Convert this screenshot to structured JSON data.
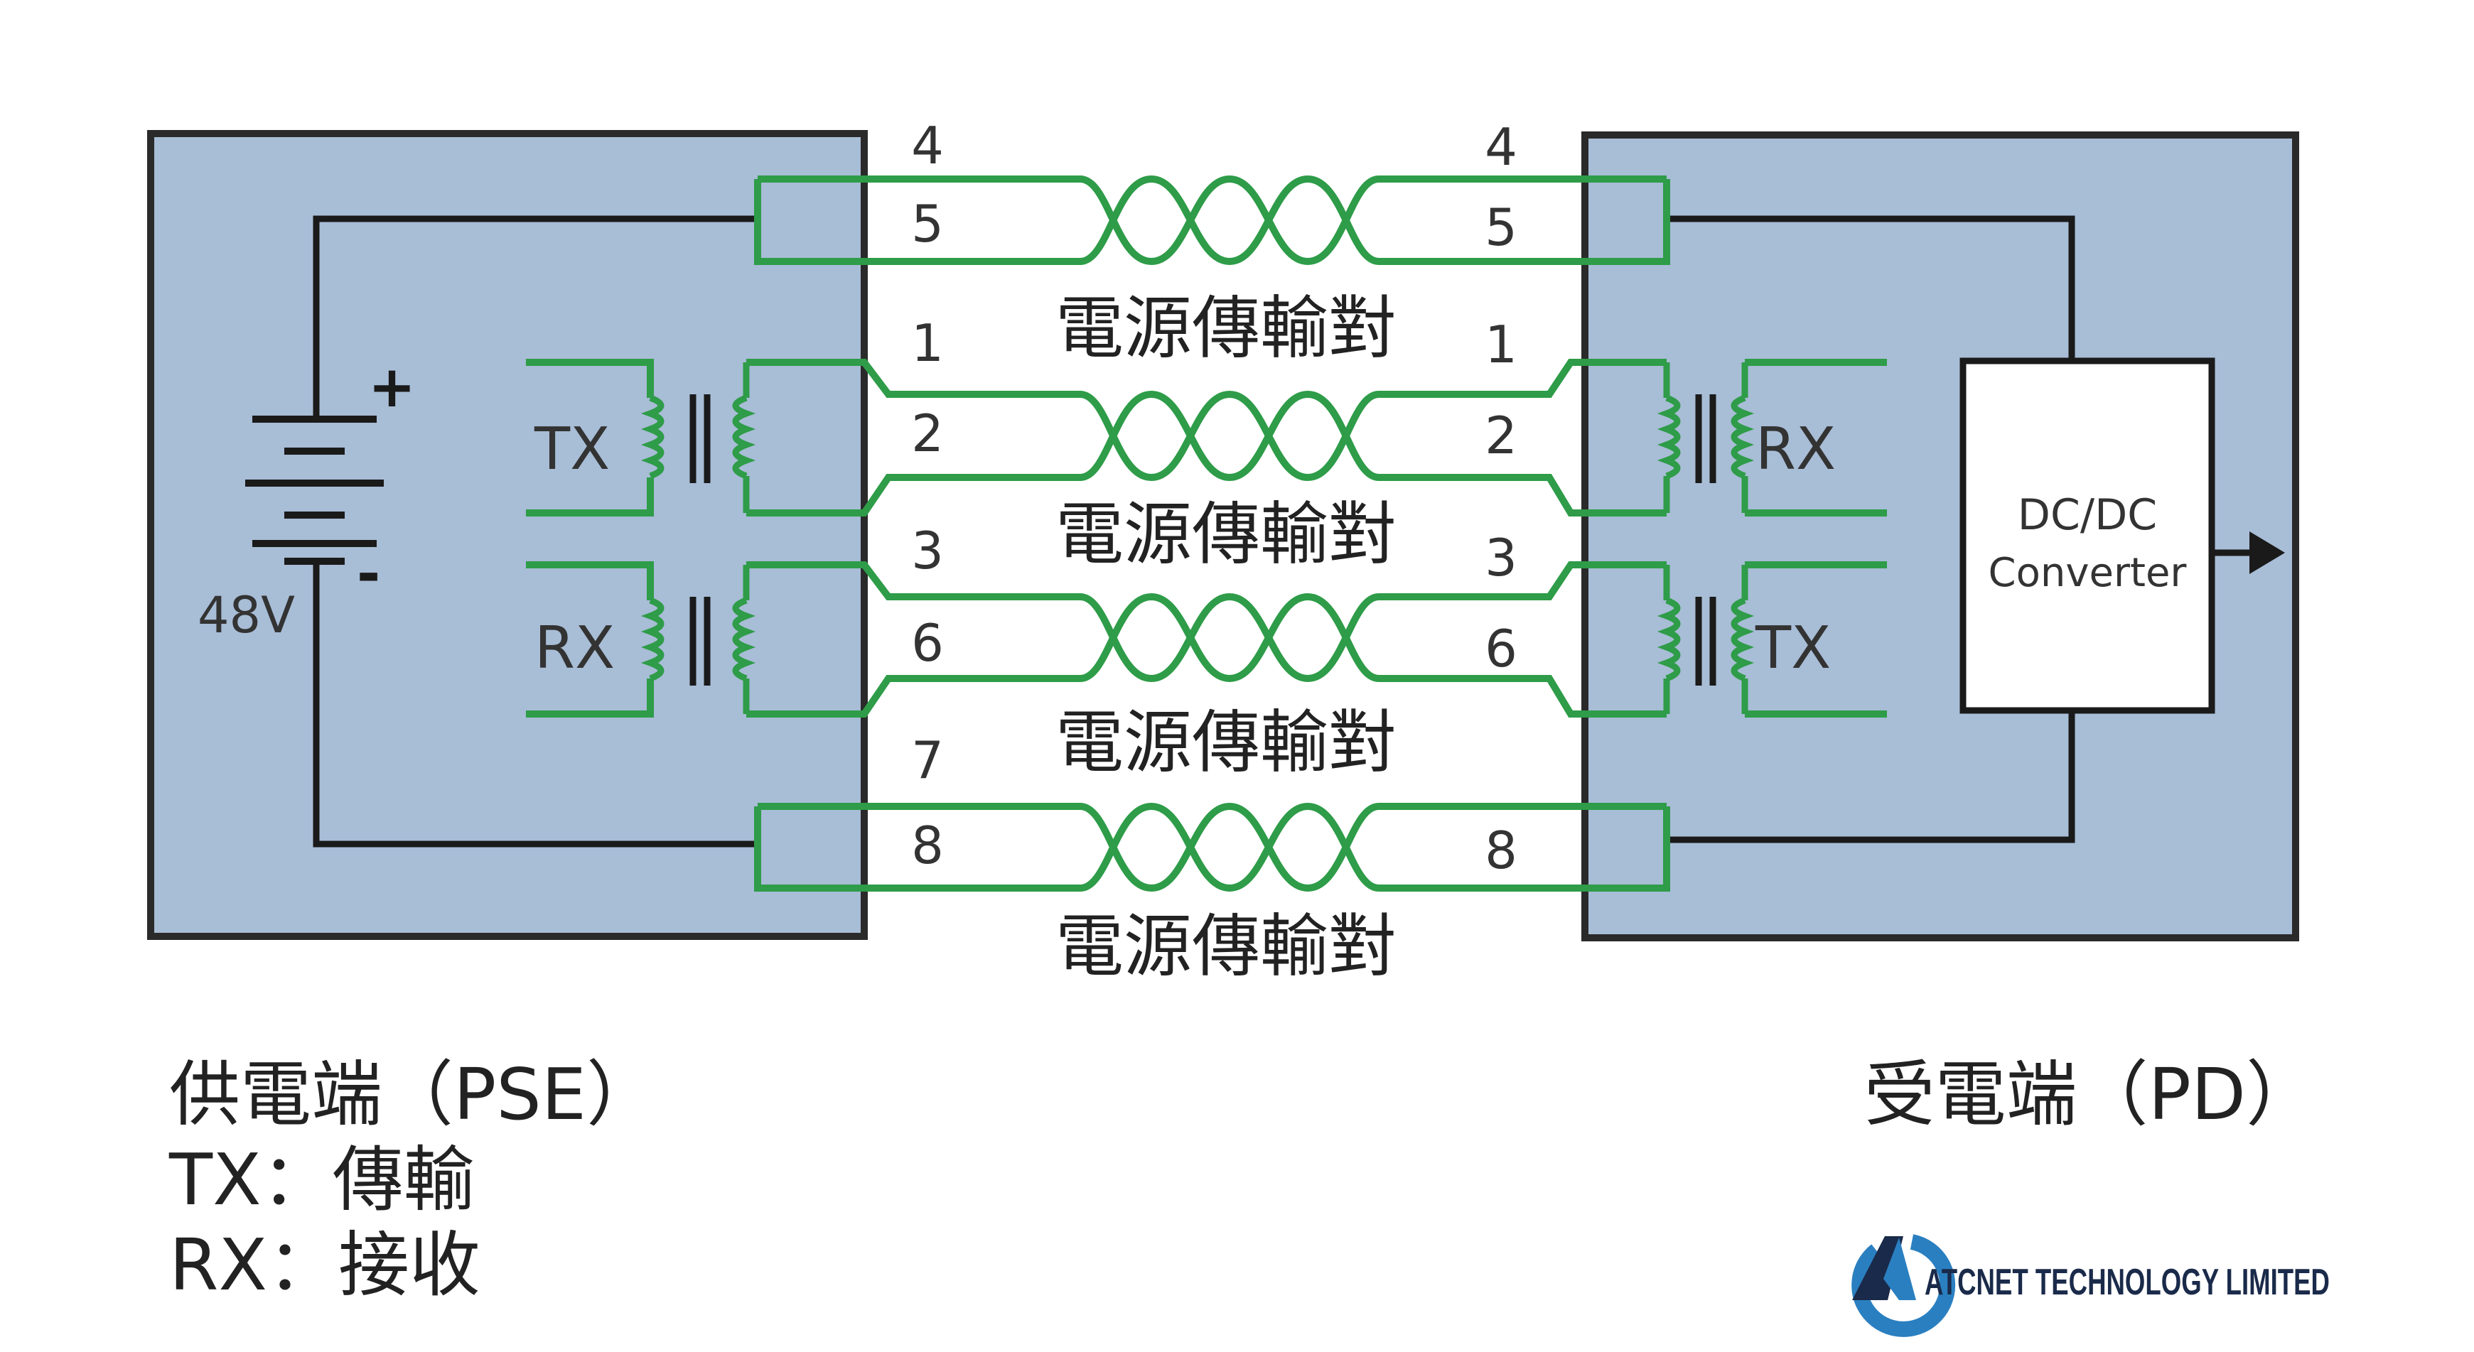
{
  "colors": {
    "background": "#ffffff",
    "box_fill": "#a8bdd6",
    "box_stroke": "#2a2a2a",
    "wire_green": "#2e9c48",
    "wire_black": "#1a1a1a",
    "logo_blue": "#2a7fc0",
    "logo_dark": "#1a2a4a"
  },
  "pse": {
    "voltage": "48V",
    "plus": "+",
    "minus": "-",
    "tx_label": "TX",
    "rx_label": "RX"
  },
  "pd": {
    "rx_label": "RX",
    "tx_label": "TX",
    "converter_line1": "DC/DC",
    "converter_line2": "Converter"
  },
  "pins_left": [
    "4",
    "5",
    "1",
    "2",
    "3",
    "6",
    "7",
    "8"
  ],
  "pins_right": [
    "4",
    "5",
    "1",
    "2",
    "3",
    "6",
    "8"
  ],
  "pair_labels": [
    "電源傳輸對",
    "電源傳輸對",
    "電源傳輸對",
    "電源傳輸對"
  ],
  "legend": {
    "pse_title": "供電端（PSE）",
    "tx_def": "TX：傳輸",
    "rx_def": "RX：接收",
    "pd_title": "受電端（PD）"
  },
  "logo": {
    "company": "ATCNET TECHNOLOGY LIMITED"
  }
}
